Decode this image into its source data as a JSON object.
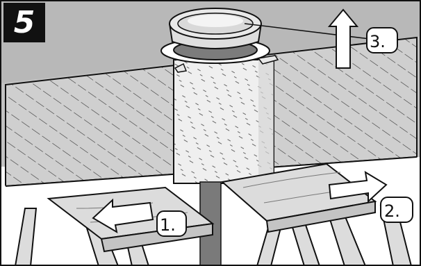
{
  "diagram": {
    "step_number": "5",
    "callouts": [
      {
        "id": "1",
        "label": "1."
      },
      {
        "id": "2",
        "label": "2."
      },
      {
        "id": "3",
        "label": "3."
      }
    ],
    "colors": {
      "ceiling": "#b7b7b7",
      "wall_hatch_bg": "#c9c9c9",
      "pipe_sleeve": "#ededed",
      "wood": "#dcdcdc",
      "dark_gap": "#7c7c7c",
      "outline": "#111111"
    },
    "arrows": [
      {
        "callout": "1",
        "direction": "left",
        "style": "hollow"
      },
      {
        "callout": "2",
        "direction": "right",
        "style": "hollow"
      },
      {
        "callout": "3",
        "direction": "up",
        "style": "hollow"
      }
    ]
  }
}
